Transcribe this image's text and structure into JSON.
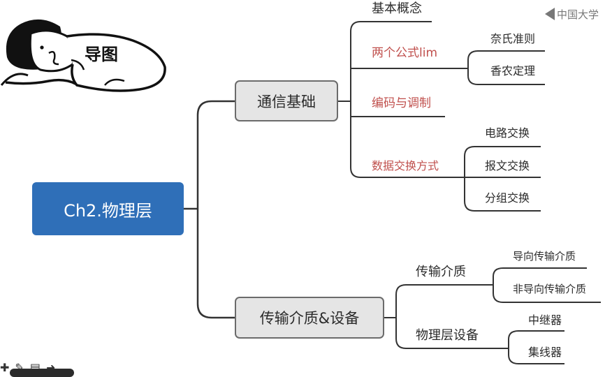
{
  "mindmap": {
    "root": "Ch2.物理层",
    "sticker_text": "导图",
    "branches": [
      {
        "label": "通信基础",
        "topics": [
          {
            "label": "基本概念",
            "leaves": []
          },
          {
            "label": "两个公式lim",
            "leaves": [
              "奈氏准则",
              "香农定理"
            ]
          },
          {
            "label": "编码与调制",
            "leaves": []
          },
          {
            "label": "数据交换方式",
            "leaves": [
              "电路交换",
              "报文交换",
              "分组交换"
            ]
          }
        ]
      },
      {
        "label": "传输介质&设备",
        "topics": [
          {
            "label": "传输介质",
            "leaves": [
              "导向传输介质",
              "非导向传输介质"
            ]
          },
          {
            "label": "物理层设备",
            "leaves": [
              "中继器",
              "集线器"
            ]
          }
        ]
      }
    ]
  },
  "watermark": {
    "text": "中国大学",
    "icon": "mooc-logo-icon"
  },
  "toolbar": {
    "icons": [
      "plus-icon",
      "pen-icon",
      "note-icon",
      "arrow-right-icon"
    ]
  },
  "colors": {
    "root_fill": "#2f6fb8",
    "branch_fill": "#e5e5e5",
    "branch_border": "#6b6b6b",
    "connector": "#333333",
    "topic_red": "#c0504d"
  }
}
